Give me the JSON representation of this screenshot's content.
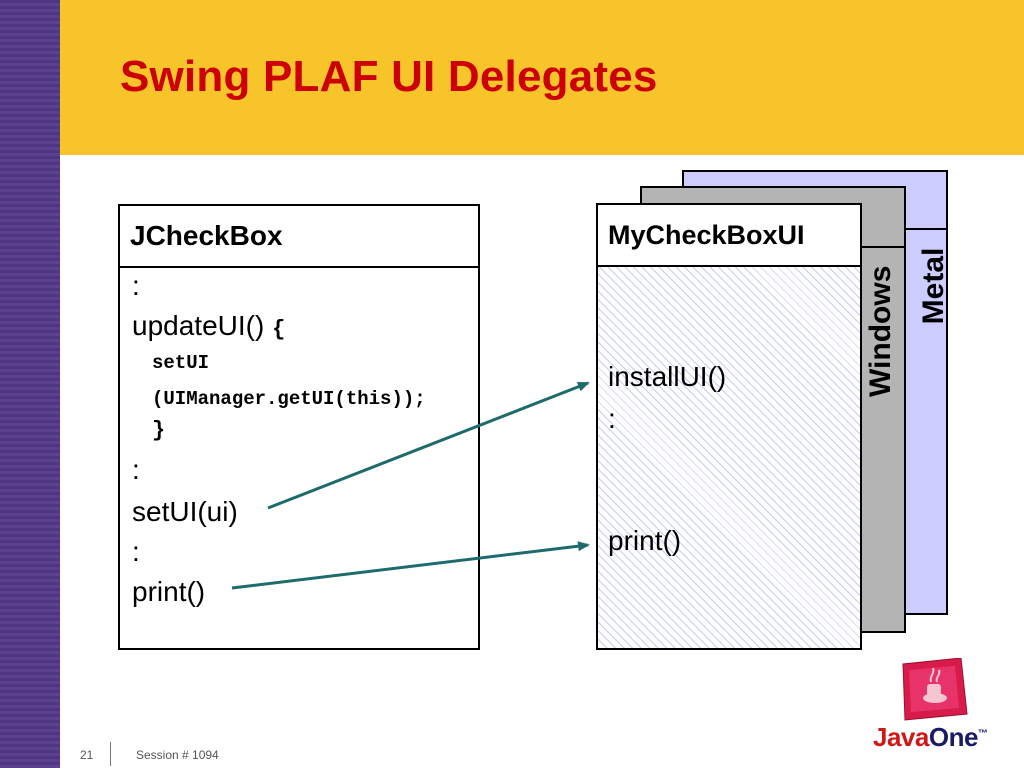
{
  "slide": {
    "title": "Swing PLAF UI Delegates",
    "page_number": "21",
    "session": "Session # 1094",
    "logo": {
      "part1": "Java",
      "part2": "One",
      "tm": "™"
    }
  },
  "jcheckbox": {
    "title": "JCheckBox",
    "lines": [
      ":",
      "updateUI()",
      "{",
      "setUI",
      "(UIManager.getUI(this));",
      "}",
      ":",
      "setUI(ui)",
      ":",
      "print()"
    ]
  },
  "delegate": {
    "title": "MyCheckBoxUI",
    "lines": [
      "installUI()",
      ":",
      "print()"
    ]
  },
  "stack_labels": {
    "windows": "Windows",
    "metal": "Metal"
  },
  "colors": {
    "title": "#cc0000",
    "band": "#f7c52a",
    "sidebar": "#5a3f8a",
    "metal_fill": "#ccccff",
    "windows_fill": "#b4b4b4",
    "arrow": "#1e6b6b"
  }
}
